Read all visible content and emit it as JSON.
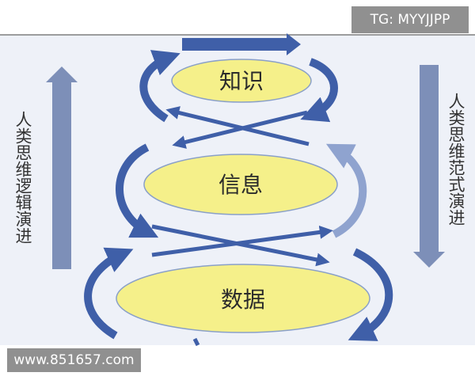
{
  "stages": {
    "knowledge": "知识",
    "information": "信息",
    "data": "数据"
  },
  "side_labels": {
    "left": "人类思维逻辑演进",
    "right": "人类思维范式演进"
  },
  "watermarks": {
    "top": "TG: MYYJJPP",
    "bottom": "www.851657.com"
  },
  "colors": {
    "background": "#eef1f8",
    "ellipse_fill": "#f5f08a",
    "ellipse_stroke": "#8aa0c8",
    "arrow_dark": "#3f5fa8",
    "arrow_light": "#8fa3cf",
    "side_arrow": "#7d8fb8"
  }
}
